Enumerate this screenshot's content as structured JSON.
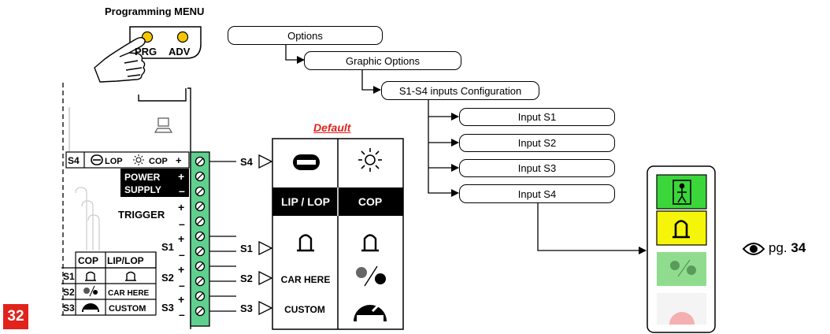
{
  "programming_menu": {
    "title": "Programming MENU",
    "prg_label": "PRG",
    "adv_label": "ADV"
  },
  "menu_path": [
    "Options",
    "Graphic Options",
    "S1-S4 inputs Configuration"
  ],
  "inputs": [
    "Input S1",
    "Input S2",
    "Input S3",
    "Input S4"
  ],
  "terminal_labels": {
    "s4_row": "S4",
    "lop": "LOP",
    "cop": "COP",
    "power": "POWER",
    "supply": "SUPPLY",
    "trigger": "TRIGGER",
    "s1": "S1",
    "s2": "S2",
    "s3": "S3"
  },
  "mini_table": {
    "headers": [
      "COP",
      "LIP/LOP"
    ],
    "rows": [
      {
        "input": "S1",
        "lip_lop": ""
      },
      {
        "input": "S2",
        "lip_lop": "CAR HERE"
      },
      {
        "input": "S3",
        "lip_lop": "CUSTOM"
      }
    ]
  },
  "default_table": {
    "title": "Default",
    "col_headers": [
      "LIP / LOP",
      "COP"
    ],
    "rows": [
      {
        "input": "S4",
        "lip_lop": "",
        "cop": ""
      },
      {
        "input": "S1",
        "lip_lop": "",
        "cop": ""
      },
      {
        "input": "S2",
        "lip_lop": "CAR HERE",
        "cop": ""
      },
      {
        "input": "S3",
        "lip_lop": "CUSTOM",
        "cop": ""
      }
    ]
  },
  "see_page": {
    "prefix": "pg.",
    "number": "34"
  },
  "page_number": "32",
  "colors": {
    "terminal_green": "#5fd08e",
    "icon_green": "#3ad63a",
    "icon_yellow": "#f5f50a",
    "faded_green": "#8fdc8f",
    "accent_red": "#e1231b"
  }
}
